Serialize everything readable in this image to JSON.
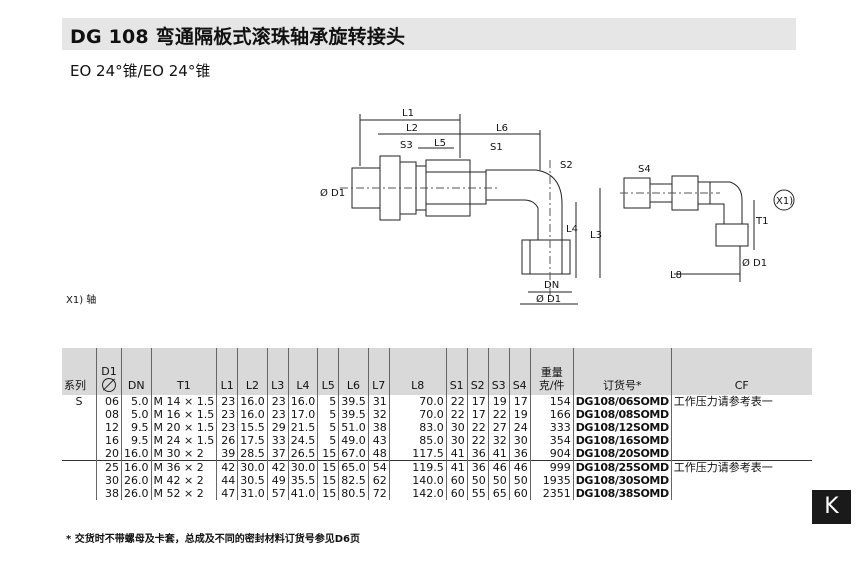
{
  "header": {
    "title": "DG 108  弯通隔板式滚珠轴承旋转接头",
    "subtitle": "EO 24°锥/EO 24°锥"
  },
  "drawing": {
    "labels": {
      "L1": "L1",
      "L2": "L2",
      "L5": "L5",
      "L6": "L6",
      "S3": "S3",
      "S1": "S1",
      "S2": "S2",
      "S4": "S4",
      "L3": "L3",
      "L4": "L4",
      "L8": "L8",
      "T1": "T1",
      "DN": "DN",
      "D1": "Ø D1",
      "X1": "X1)"
    }
  },
  "note_x1": "X1)  轴",
  "table": {
    "headers": {
      "series": "系列",
      "d1": "D1",
      "dn": "DN",
      "t1": "T1",
      "l1": "L1",
      "l2": "L2",
      "l3": "L3",
      "l4": "L4",
      "l5": "L5",
      "l6": "L6",
      "l7": "L7",
      "l8": "L8",
      "s1": "S1",
      "s2": "S2",
      "s3": "S3",
      "s4": "S4",
      "weight": "重量\n克/件",
      "order": "订货号*",
      "cf": "CF"
    },
    "series": "S",
    "group1": {
      "rows": [
        {
          "d1": "06",
          "dn": "5.0",
          "t1": "M 14 × 1.5",
          "l1": "23",
          "l2": "16.0",
          "l3": "23",
          "l4": "16.0",
          "l5": "5",
          "l6": "39.5",
          "l7": "31",
          "l8": "70.0",
          "s1": "22",
          "s2": "17",
          "s3": "19",
          "s4": "17",
          "w": "154",
          "order": "DG108/06SOMD"
        },
        {
          "d1": "08",
          "dn": "5.0",
          "t1": "M 16 × 1.5",
          "l1": "23",
          "l2": "16.0",
          "l3": "23",
          "l4": "17.0",
          "l5": "5",
          "l6": "39.5",
          "l7": "32",
          "l8": "70.0",
          "s1": "22",
          "s2": "17",
          "s3": "22",
          "s4": "19",
          "w": "166",
          "order": "DG108/08SOMD"
        },
        {
          "d1": "12",
          "dn": "9.5",
          "t1": "M 20 × 1.5",
          "l1": "23",
          "l2": "15.5",
          "l3": "29",
          "l4": "21.5",
          "l5": "5",
          "l6": "51.0",
          "l7": "38",
          "l8": "83.0",
          "s1": "30",
          "s2": "22",
          "s3": "27",
          "s4": "24",
          "w": "333",
          "order": "DG108/12SOMD"
        },
        {
          "d1": "16",
          "dn": "9.5",
          "t1": "M 24 × 1.5",
          "l1": "26",
          "l2": "17.5",
          "l3": "33",
          "l4": "24.5",
          "l5": "5",
          "l6": "49.0",
          "l7": "43",
          "l8": "85.0",
          "s1": "30",
          "s2": "22",
          "s3": "32",
          "s4": "30",
          "w": "354",
          "order": "DG108/16SOMD"
        },
        {
          "d1": "20",
          "dn": "16.0",
          "t1": "M 30 × 2",
          "l1": "39",
          "l2": "28.5",
          "l3": "37",
          "l4": "26.5",
          "l5": "15",
          "l6": "67.0",
          "l7": "48",
          "l8": "117.5",
          "s1": "41",
          "s2": "36",
          "s3": "41",
          "s4": "36",
          "w": "904",
          "order": "DG108/20SOMD"
        }
      ],
      "cf": "工作压力请参考表一"
    },
    "group2": {
      "rows": [
        {
          "d1": "25",
          "dn": "16.0",
          "t1": "M 36 × 2",
          "l1": "42",
          "l2": "30.0",
          "l3": "42",
          "l4": "30.0",
          "l5": "15",
          "l6": "65.0",
          "l7": "54",
          "l8": "119.5",
          "s1": "41",
          "s2": "36",
          "s3": "46",
          "s4": "46",
          "w": "999",
          "order": "DG108/25SOMD"
        },
        {
          "d1": "30",
          "dn": "26.0",
          "t1": "M 42 × 2",
          "l1": "44",
          "l2": "30.5",
          "l3": "49",
          "l4": "35.5",
          "l5": "15",
          "l6": "82.5",
          "l7": "62",
          "l8": "140.0",
          "s1": "60",
          "s2": "50",
          "s3": "50",
          "s4": "50",
          "w": "1935",
          "order": "DG108/30SOMD"
        },
        {
          "d1": "38",
          "dn": "26.0",
          "t1": "M 52 × 2",
          "l1": "47",
          "l2": "31.0",
          "l3": "57",
          "l4": "41.0",
          "l5": "15",
          "l6": "80.5",
          "l7": "72",
          "l8": "142.0",
          "s1": "60",
          "s2": "55",
          "s3": "65",
          "s4": "60",
          "w": "2351",
          "order": "DG108/38SOMD"
        }
      ],
      "cf": "工作压力请参考表一"
    }
  },
  "footnote": "* 交货时不带螺母及卡套，总成及不同的密封材料订货号参见D6页",
  "badge": "K"
}
